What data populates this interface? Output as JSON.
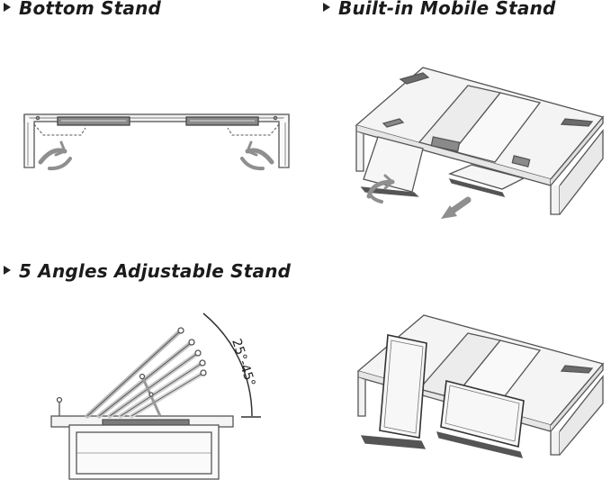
{
  "sections": [
    {
      "id": "bottom",
      "label": "Bottom Stand"
    },
    {
      "id": "mobile",
      "label": "Built-in Mobile Stand"
    },
    {
      "id": "angles",
      "label": "5 Angles Adjustable Stand"
    }
  ],
  "angle_range": "25°-45°",
  "colors": {
    "stroke": "#555555",
    "light_fill": "#f1f1f1",
    "dark_fill": "#6b6b6b",
    "arrow": "#7a7a7a",
    "text": "#1b1b1b"
  }
}
